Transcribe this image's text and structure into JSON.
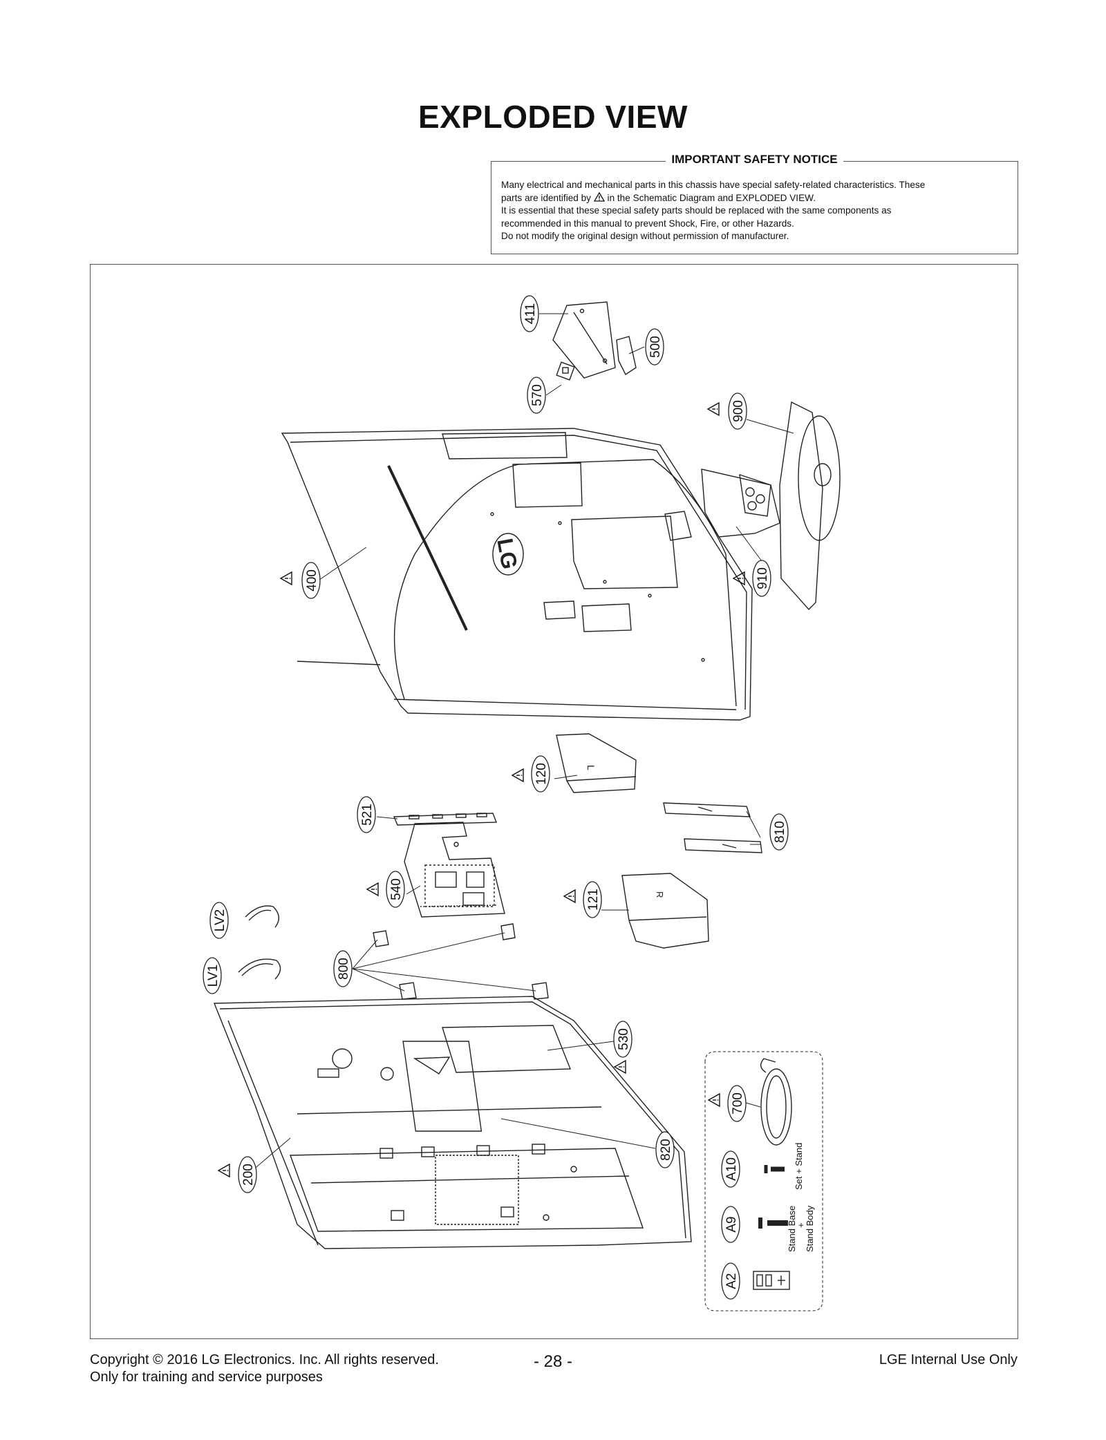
{
  "title": "EXPLODED VIEW",
  "notice": {
    "title": "IMPORTANT SAFETY NOTICE",
    "line1": "Many electrical and mechanical parts in this chassis have special safety-related characteristics. These",
    "line2a": "parts are identified by",
    "line2b": "in the Schematic Diagram and EXPLODED VIEW.",
    "line3": "It is essential that these special safety parts should be replaced with the same components as",
    "line4": "recommended in this manual to prevent Shock, Fire, or other Hazards.",
    "line5": "Do not modify the original design without permission of manufacturer."
  },
  "parts": {
    "p411": "411",
    "p500": "500",
    "p570": "570",
    "p900": "900",
    "p910": "910",
    "p400": "400",
    "p120": "120",
    "p521": "521",
    "p810": "810",
    "p540": "540",
    "p121": "121",
    "lv2": "LV2",
    "lv1": "LV1",
    "p800": "800",
    "p530": "530",
    "p820": "820",
    "p200": "200",
    "p700": "700",
    "a10": "A10",
    "a9": "A9",
    "a2": "A2"
  },
  "labels": {
    "logo": "LG",
    "set_stand": "Set + Stand",
    "stand_base": "Stand Base",
    "plus": "+",
    "stand_body": "Stand Body"
  },
  "footer": {
    "copyright": "Copyright  © 2016  LG Electronics. Inc. All rights reserved.",
    "purpose": "Only for training and service purposes",
    "page": "- 28 -",
    "internal": "LGE Internal Use Only"
  }
}
